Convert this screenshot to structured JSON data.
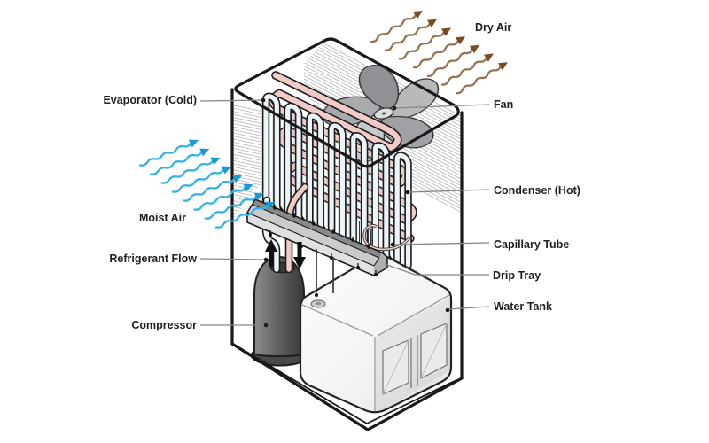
{
  "diagram": {
    "subject": "dehumidifier-cutaway",
    "labels": {
      "evaporator": "Evaporator (Cold)",
      "fan": "Fan",
      "dry_air": "Dry Air",
      "moist_air": "Moist Air",
      "condenser": "Condenser (Hot)",
      "capillary_tube": "Capillary Tube",
      "drip_tray": "Drip Tray",
      "water_tank": "Water Tank",
      "refrigerant_flow": "Refrigerant Flow",
      "compressor": "Compressor"
    },
    "colors": {
      "moist_air_arrow": "#35b1e7",
      "moist_air_head": "#1b9ad2",
      "dry_air_arrow": "#97744f",
      "dry_air_head": "#7b4b20",
      "evaporator_coil": "#ebf4f8",
      "condenser_coil": "#f2cbc7",
      "compressor_body": "#58595b",
      "label_text": "#231f20",
      "leader_line": "#85878a",
      "outline": "#1d1d1d",
      "background": "#ffffff"
    },
    "air_flows": {
      "moist": {
        "label": "Moist Air",
        "arrow_count": 8,
        "direction": "up-right into left vent"
      },
      "dry": {
        "label": "Dry Air",
        "arrow_count": 7,
        "direction": "up-right out of top vent"
      }
    }
  }
}
